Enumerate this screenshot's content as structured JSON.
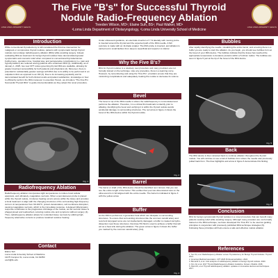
{
  "header": {
    "title": "The Five \"B's\" for Successful Thyroid Nodule Radio-Frequency Ablation",
    "authors": "Treeden Wilson, MD¹; Elaine Suh, BS¹; Paul Walker, MD¹",
    "affiliation": "¹Loma Linda Department of Otolaryngology, ¹Loma Linda University School of Medicine",
    "logo_caption": "LOMA LINDA UNIVERSITY HEALTH",
    "colors": {
      "maroon": "#6d1f2e",
      "gold": "#c9a34e"
    }
  },
  "sections": {
    "introduction": {
      "heading": "Introduction",
      "body": "While conventional thyroidectomy is still considered the first-line intervention for malignant or compressive thyroid nodules, patients with symptomatic benign thyroid nodules can undergo radiofrequency ablation (RFA) while avoiding surgery. Indeed, evaluating RFA as treatment for benign thyroid nodules have demonstrated greater symptomatic and cosmetic relief when compared to conventional thyroidectomies. Furthermore, operation time, hospital stay, and perioperative complications (i.e. pain and hypothyroidism) are reduced among patients who underwent RFA (1). Additionally, as of January 1, 2025, two new CPT codes governing thyroid RFA are available, allowing for greater treatment accessibility for both patients and physicians (2). Moreover, there is potential for substantially greater savings with RFA due to its ability to be performed in an outpatient clinic as opposed to an OR (3). Due to its increasing popularity and its demonstrated benefit for both clinical results and patient satisfaction, knowledge on how to efficiently perform the RFA maneuver is essential. Herein, we introduce \"The Five B's: Successful Thyroid RFA\" to guide interventionalists as they adopt this novel procedure."
    },
    "fig1_label": "Fig. 1",
    "rfa": {
      "heading": "Radiofrequency Ablation",
      "body": "Radiofrequency ablation incorporates tight temperatures to induce focal cellular apoptosis, and ultimately, coagulative necrosis. When a percutaneous probe is placed within the thyroid nodule, it induces heating occurs across within the tissue and provides a focal treatment to align with the changing structures of the surrounding high-frequency current. At temperatures from 60-100°C, protein denaturation, cell membrane disruption, causing coagulative necrosis, which is the immediate response. A delayed inflammatory response contributes to the progressive shrinkage of the nodule, as the necrotic tissue is phagocytosed and reabsorbed, reducing nodule size and symptoms without surgery (4). Thus, radiofrequency ablation allows for controlled tissue necrosis by utilizing high-frequency alternative currents to produce localized resistive heating."
    },
    "contact": {
      "heading": "Contact",
      "lines": [
        "Elaine Suh",
        "Loma Linda University School of Medicine",
        "11175 Campus St, Loma Linda, CA 92350",
        "esuh@llu.edu"
      ]
    },
    "intro_right": {
      "body": "Under ultrasound guidance, an electrode insertion of 7 % laterally with moving probe is inserted around the thyroid and the expected path of the RFA needle. A fish puncture is made with an 11-blade scalpel. The RFA probe is inserted, and ablation is carried out in small fashion from deep to superficial and superior to inferior."
    },
    "why": {
      "heading": "Why the Five B's?",
      "body": "RFA for thyroid nodules is a relatively new procedure and many providers are not formally trained on the technique. Like any procedure, there is a learning curve. However, by remembering and using the \"Five B's\", providers ensure that they are minimizing complications and adequately treating the nodule to decrease its volume."
    },
    "bevel": {
      "heading": "Bevel",
      "body": "The bevel or tip of the RFA needle is where the radiofrequency is concentrated and performs the ablation. Therefore, it is a critical first landmark to identify prior to ablating. Identifying the bevel and verifying it is within the thyroid nodule avoids accidental damage to surrounding structures. The red arrow in figure 2 shows the bevel of the RFA device within the thyroid nodule."
    },
    "fig2_label": "Fig. 2",
    "bubbles": {
      "heading": "Bubbles",
      "body": "After rapidly identifying the needle, visualizing the entire barrel, and ensuring there is a buffer you are ready to start the ablation. As you begin, you should see bubbles form at the bevel of your RFA device. The bubbles indicate that the tissue has reached the appropriate temperature to denature proteins within a 5-10mm radius. The bubbles are seen in figure 5 just at the tip of the bevel of the RFA device."
    },
    "fig5_label": "Fig. 5",
    "barrel": {
      "heading": "Barrel",
      "body": "The barrel or shaft of the RFA device should be identified next. Ensure that you can see the entire length of the barrel. This verifies that your two-dimensional view on the ultra-sound is in full aligned with the entire needle. The barrel is indicated in figure 3 with the yellow arrow."
    },
    "fig3_label": "Fig. 3",
    "buffer": {
      "heading": "Buffer",
      "body": "As the RFA is performed, it generates heat which can dissipate to surrounding structures. To ensure that surrounding structures like the common carotid artery and recurrent laryngeal nerve are not inadvertently damaged, a buffer is created via hydro-dissection near these structures. Dextrose 5% fluid is used to achieve a buffer that will act as a heat sink during the ablation. The green arrow in figure 4 shows the buffer you marked by the common carotid artery (CA)."
    },
    "fig4_label": "Fig. 4",
    "back": {
      "heading": "Back",
      "body": "The RFA device is then retracted back to continue ablation throughout the thyroid nodule. You will continue to see a trail of bubbles form where the needle was previously pulled back from. The blue highlights and arrow in figure 6 demonstrate this finding."
    },
    "fig6_label": "Fig. 6",
    "conclusion": {
      "heading": "Conclusion",
      "body": "RFA for benign symptomatic thyroid nodules is a novel procedure that can benefit many patients seeking relief while avoiding surgery. Although many providers are not formally trained on the RFA technique, we have developed the \"Five B's\" to be used as guiding principles in conjunction with previously published RFA technique strategies (5). Following these principles will help ensure a safe and effective nodule ablation."
    },
    "references": {
      "heading": "References",
      "items": [
        "1. Sun W, et al. Radiofrequency Ablation versus Thyroidectomy for Benign Thyroid Nodules. Thyroid. 2021.",
        "2. American Medical Association. CPT 2025 Professional Edition. 2024.",
        "3. Bernardi S, et al. Cost analysis of radiofrequency ablation of benign thyroid nodules. 2020.",
        "4. Kim JH, et al. 2017 Thyroid Radiofrequency Ablation Guideline. Korean J Radiol. 2018.",
        "5. Park HS, et al. Thyroid radiofrequency ablation: updates on innovative devices and techniques. 2017."
      ]
    }
  }
}
